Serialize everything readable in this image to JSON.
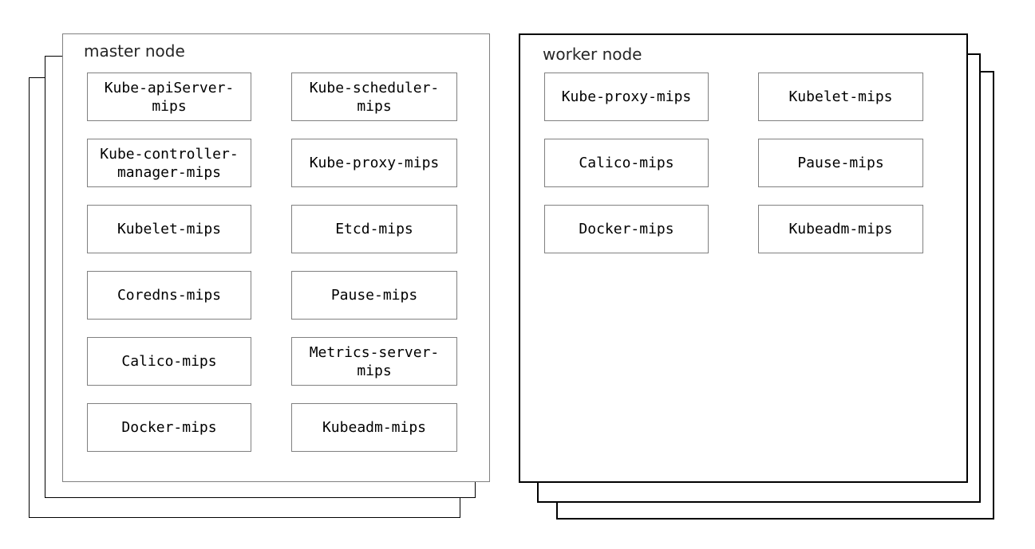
{
  "diagram": {
    "type": "kubernetes-node-architecture",
    "colors": {
      "background": "#ffffff",
      "master_box_border": "#808080",
      "worker_box_border": "#000000",
      "shell_border": "#000000",
      "component_border": "#808080",
      "title_text": "#262626",
      "component_text": "#000000"
    },
    "nodes": [
      {
        "title": "master node",
        "stack_depth": 3,
        "columns": [
          [
            "Kube-apiServer-mips",
            "Kube-controller-manager-mips",
            "Kubelet-mips",
            "Coredns-mips",
            "Calico-mips",
            "Docker-mips"
          ],
          [
            "Kube-scheduler-mips",
            "Kube-proxy-mips",
            "Etcd-mips",
            "Pause-mips",
            "Metrics-server-mips",
            "Kubeadm-mips"
          ]
        ]
      },
      {
        "title": "worker node",
        "stack_depth": 3,
        "columns": [
          [
            "Kube-proxy-mips",
            "Calico-mips",
            "Docker-mips"
          ],
          [
            "Kubelet-mips",
            "Pause-mips",
            "Kubeadm-mips"
          ]
        ]
      }
    ]
  }
}
